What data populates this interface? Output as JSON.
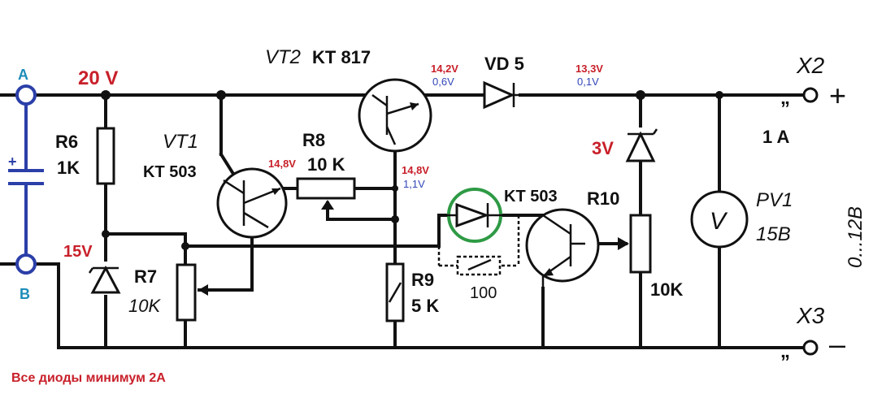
{
  "terminals": {
    "a": "A",
    "b": "B",
    "x2": "X2",
    "x2_sign": "+",
    "x3": "X3",
    "x3_sign": "–",
    "quote": "„"
  },
  "voltages": {
    "input": "20 V",
    "zener_r7": "15V",
    "vt1_base": "14,8V",
    "vt2_emitter": "14,2V",
    "vt2_emitter_drop": "0,6V",
    "vd5_cathode": "13,3V",
    "vd5_cathode_drop": "0,1V",
    "vt2_base": "14,8V",
    "vt2_base_drop": "1,1V",
    "zener_out": "3V"
  },
  "components": {
    "r6": {
      "name": "R6",
      "value": "1K"
    },
    "vt1": {
      "name": "VT1",
      "type": "KT 503"
    },
    "r8": {
      "name": "R8",
      "value": "10 K"
    },
    "vt2": {
      "name": "VT2",
      "type": "KT 817"
    },
    "vd5": {
      "name": "VD 5"
    },
    "r7": {
      "name": "R7",
      "value": "10K"
    },
    "r9": {
      "name": "R9",
      "value": "5 K"
    },
    "vt3": {
      "type": "KT 503"
    },
    "r10": {
      "name": "R10",
      "value": "10K"
    },
    "pv1": {
      "name": "PV1",
      "range": "15B",
      "symbol": "V"
    },
    "current": "1 A",
    "scale": "0...12B",
    "dashed_res": "100",
    "cap_plus": "+"
  },
  "note": "Все диоды минимум 2А"
}
